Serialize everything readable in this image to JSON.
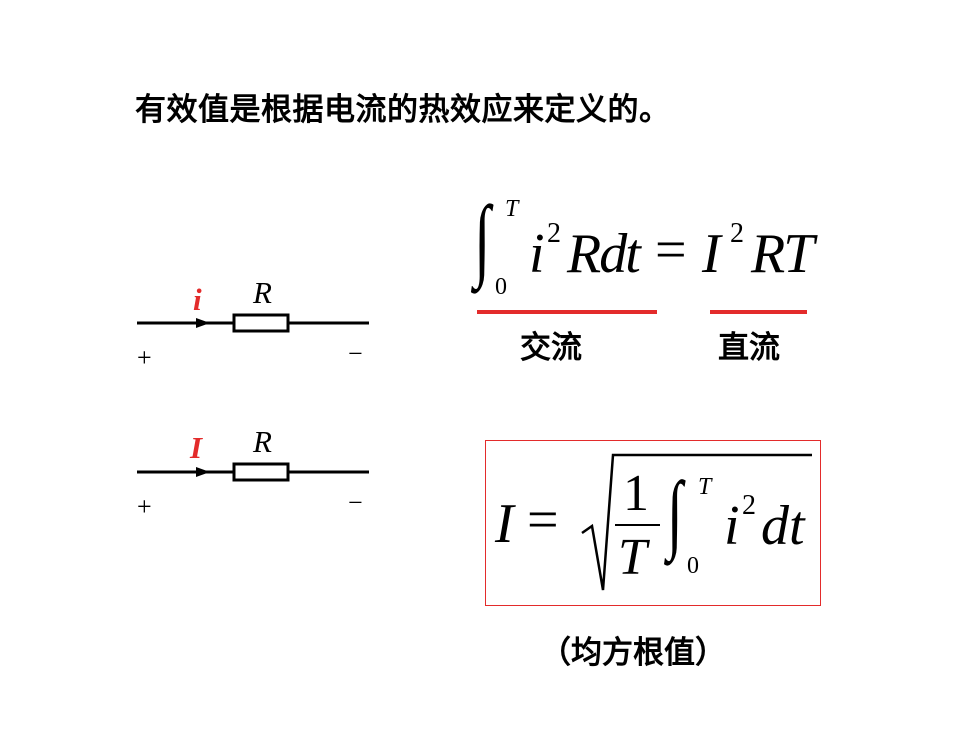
{
  "heading": "有效值是根据电流的热效应来定义的。",
  "circuit_ac": {
    "current_label": "i",
    "resistor_label": "R",
    "plus": "+",
    "minus": "−"
  },
  "circuit_dc": {
    "current_label": "I",
    "resistor_label": "R",
    "plus": "+",
    "minus": "−"
  },
  "equation1": {
    "upper_limit": "T",
    "lower_limit": "0",
    "lhs_i": "i",
    "lhs_exp": "2",
    "lhs_rest": "Rdt",
    "equals": "=",
    "rhs_I": "I",
    "rhs_exp": "2",
    "rhs_rest": "RT",
    "label_ac": "交流",
    "label_dc": "直流"
  },
  "equation2": {
    "lhs": "I",
    "equals": "=",
    "numerator": "1",
    "denominator": "T",
    "upper_limit": "T",
    "lower_limit": "0",
    "integrand_i": "i",
    "integrand_exp": "2",
    "integrand_rest": "dt",
    "caption": "（均方根值）"
  },
  "colors": {
    "red": "#e32b2b",
    "black": "#000000"
  }
}
